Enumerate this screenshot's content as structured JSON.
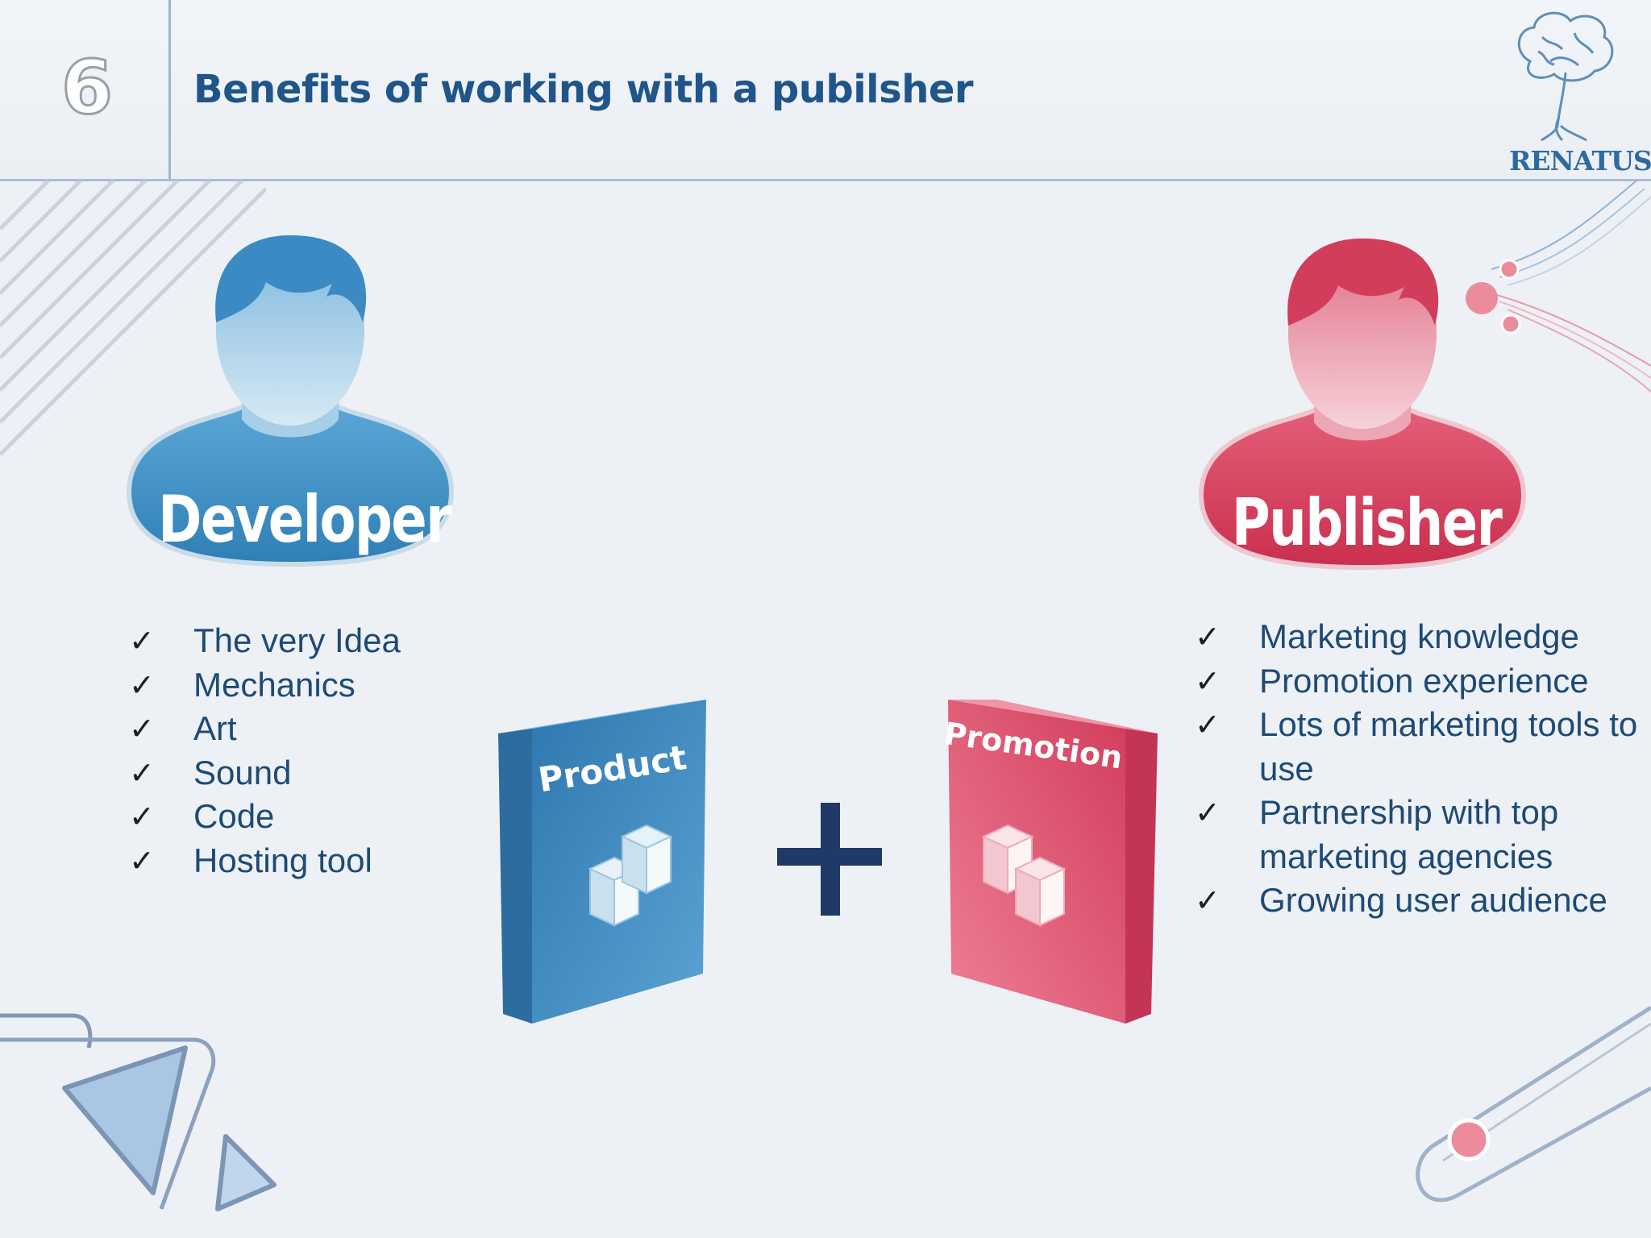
{
  "header": {
    "slide_number": "6",
    "title": "Benefits of working with a pubilsher",
    "logo_text": "RENATUS"
  },
  "developer": {
    "label": "Developer",
    "color": "#3f8fc6",
    "items": [
      "The very Idea",
      "Mechanics",
      "Art",
      "Sound",
      "Code",
      "Hosting tool"
    ]
  },
  "publisher": {
    "label": "Publisher",
    "color": "#d9435f",
    "items": [
      "Marketing knowledge",
      "Promotion experience",
      "Lots of marketing tools to use",
      "Partnership with top marketing agencies",
      "Growing user audience"
    ]
  },
  "boxes": {
    "product": "Product",
    "promotion": "Promotion",
    "operator": "+"
  },
  "check_mark": "✓",
  "colors": {
    "title": "#1f5589",
    "list_text": "#1e4a76",
    "plus": "#1f3a66"
  }
}
